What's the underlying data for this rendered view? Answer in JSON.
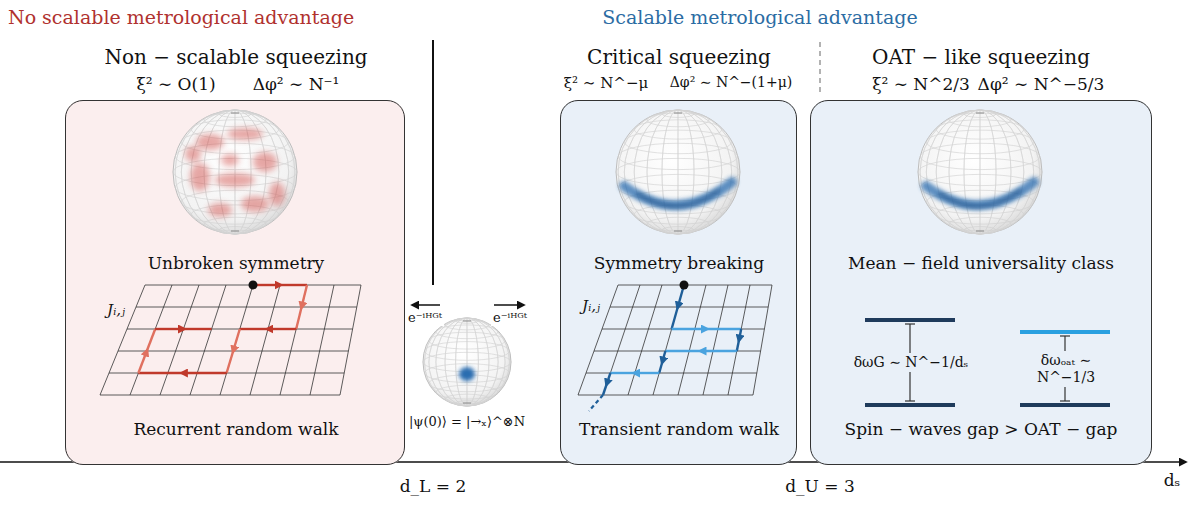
{
  "diagram": {
    "nodes": [
      {
        "text": [
          "Non − scalable squeezing",
          "ξ² ∼ O(1)",
          "Δφ² ∼ N⁻¹",
          "Unbroken symmetry",
          "Jᵢ,ⱼ",
          "Recurrent random walk"
        ]
      },
      {
        "text": [
          "Critical squeezing",
          "ξ² ∼ N^−μ",
          "Δφ² ∼ N^−(1+μ)",
          "Symmetry breaking",
          "Jᵢ,ⱼ",
          "Transient random walk"
        ]
      },
      {
        "text": [
          "OAT − like squeezing",
          "ξ² ∼ N^2/3",
          "Δφ² ∼ N^−5/3",
          "Mean − field universality class",
          "δωG ∼ N^−1/dₛ",
          "δωₒₐₜ ∼ N^−1/3",
          "Spin − waves gap > OAT − gap"
        ]
      }
    ],
    "labels": [
      "No scalable metrological advantage",
      "Scalable metrological advantage",
      "e⁻ⁱᴴᴳᵗ",
      "e⁻ⁱᴴᴳᵗ",
      "|ψ(0)⟩ = |→ₓ⟩^⊗N",
      "d_L = 2",
      "d_U = 3",
      "dₛ"
    ]
  }
}
